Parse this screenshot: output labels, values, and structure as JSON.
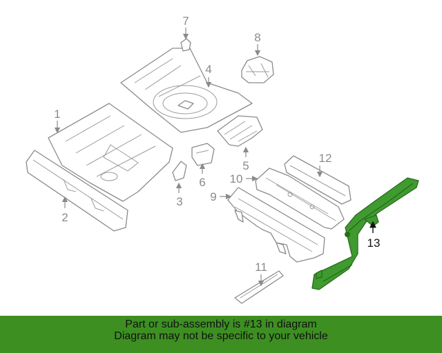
{
  "diagram": {
    "callouts": [
      "1",
      "2",
      "3",
      "4",
      "5",
      "6",
      "7",
      "8",
      "9",
      "10",
      "11",
      "12",
      "13"
    ],
    "highlighted_callout": "13",
    "colors": {
      "highlight": "#3f9a2f",
      "banner": "#3d8f22",
      "line": "#8a8a8a"
    }
  },
  "banner": {
    "line1": "Part or sub-assembly is #13 in diagram",
    "line2": "Diagram may not be specific to your vehicle"
  }
}
